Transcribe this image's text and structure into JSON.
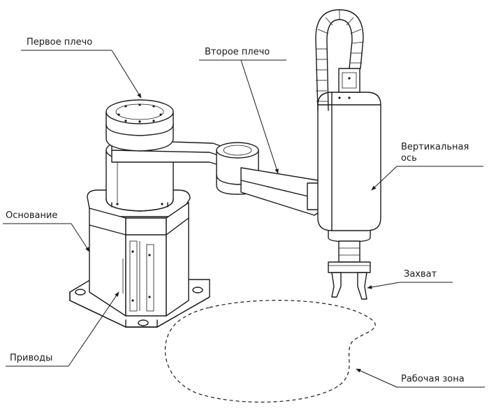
{
  "labels": {
    "first_arm": "Первое плечо",
    "second_arm": "Второе плечо",
    "vertical_axis_line1": "Вертикальная",
    "vertical_axis_line2": "ось",
    "base": "Основание",
    "gripper": "Захват",
    "drives": "Приводы",
    "work_zone": "Рабочая зона"
  }
}
